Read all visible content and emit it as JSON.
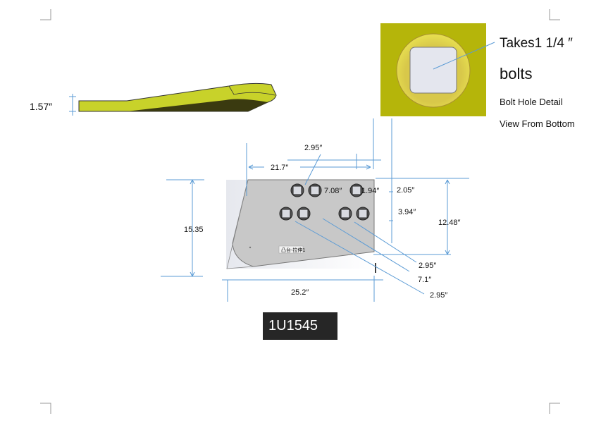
{
  "side_view": {
    "thickness": "1.57″"
  },
  "bolt_detail": {
    "takes": "Takes1  1/4 ″",
    "bolts": "bolts",
    "title": "Bolt Hole Detail",
    "view": "View From Bottom"
  },
  "plate_view": {
    "dims": {
      "hole_spacing_top": "2.95″",
      "width_top": "21.7″",
      "hole_offset": "7.08″",
      "edge_offset": "1.94″",
      "row1_from_edge": "2.05″",
      "row_spacing": "3.94″",
      "height_right": "12.48″",
      "height_left": "15.35",
      "width_bottom": "25.2″",
      "leader_a": "2.95″",
      "leader_b": "7.1″",
      "leader_c": "2.95″"
    },
    "feature_tag": "凸台-拉伸1"
  },
  "part_number": "1U1545",
  "colors": {
    "dimension": "#5b9bd5",
    "part_yellow": "#c8d22a",
    "detail_bg": "#b5b50a"
  }
}
